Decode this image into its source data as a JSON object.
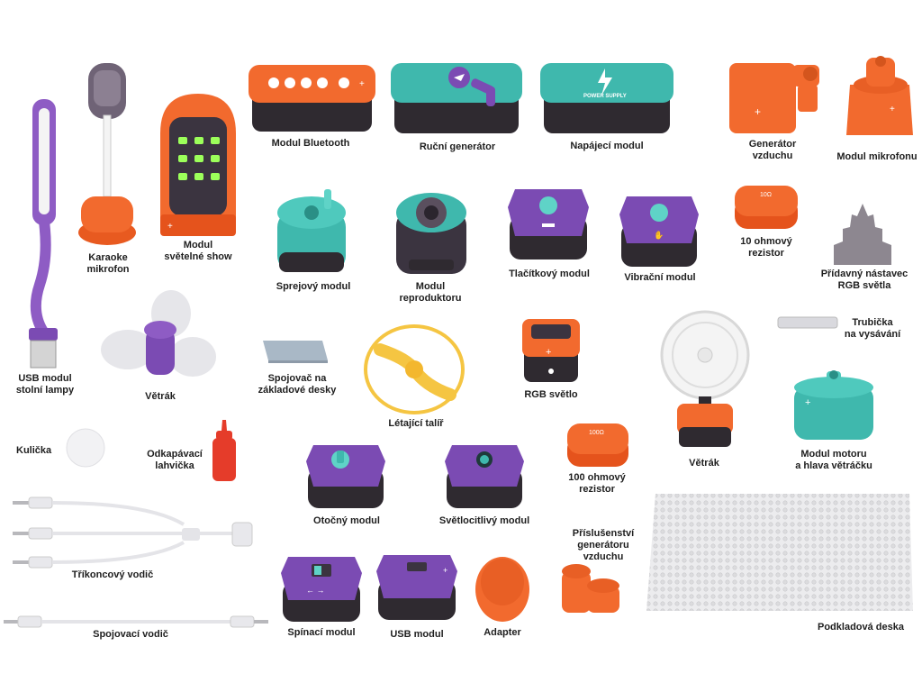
{
  "colors": {
    "orange": "#f26a2e",
    "teal": "#3fb8ad",
    "purple": "#7b4bb3",
    "dark": "#2f2a30",
    "white": "#f2f2f2"
  },
  "labels": {
    "bluetooth": "Modul Bluetooth",
    "hand_generator": "Ruční generátor",
    "power": "Napájecí modul",
    "air_generator": "Generátor\nvzduchu",
    "mic_module": "Modul mikrofonu",
    "karaoke": "Karaoke\nmikrofon",
    "light_show": "Modul\nsvětelné show",
    "spray": "Sprejový modul",
    "speaker": "Modul\nreproduktoru",
    "button": "Tlačítkový modul",
    "vibration": "Vibrační modul",
    "resistor10": "10 ohmový\nrezistor",
    "rgb_ext": "Přídavný nástavec\nRGB světla",
    "usb_lamp": "USB modul\nstolní lampy",
    "fan1": "Větrák",
    "base_connector": "Spojovač na\nzákladové desky",
    "flying_saucer": "Létající talíř",
    "rgb_light": "RGB světlo",
    "suction_tube": "Trubička\nna vysávání",
    "fan2": "Větrák",
    "motor": "Modul motoru\na hlava větráčku",
    "ball": "Kulička",
    "dropper": "Odkapávací\nlahvička",
    "rotary": "Otočný modul",
    "light_sensor": "Světlocitlivý modul",
    "resistor100": "100 ohmový\nrezistor",
    "air_gen_acc": "Příslušenství\ngenerátoru\nvzduchu",
    "three_wire": "Tříkoncový vodič",
    "connect_wire": "Spojovací vodič",
    "switch": "Spínací modul",
    "usb_module": "USB modul",
    "adapter": "Adapter",
    "base_plate": "Podkladová deska"
  },
  "printed": {
    "power_supply": "POWER SUPPLY",
    "r10": "10Ω",
    "r100": "100Ω"
  },
  "icons": {
    "bluetooth": "bluetooth-module",
    "generator": "hand-crank",
    "power": "lightning-bolt"
  }
}
